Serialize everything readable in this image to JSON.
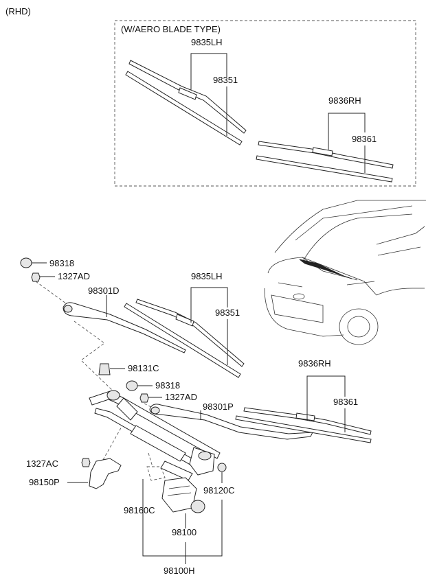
{
  "header": {
    "variant": "(RHD)"
  },
  "aero_box": {
    "title": "(W/AERO BLADE TYPE)",
    "labels": {
      "blade_lh_assy": "9835LH",
      "refill_lh": "98351",
      "blade_rh_assy": "9836RH",
      "refill_rh": "98361"
    }
  },
  "main": {
    "labels": {
      "cap_top": "98318",
      "nut_top": "1327AD",
      "arm_lh": "98301D",
      "blade_lh_assy": "9835LH",
      "refill_lh": "98351",
      "pivot_cap": "98131C",
      "cap_mid": "98318",
      "nut_mid": "1327AD",
      "blade_rh_assy": "9836RH",
      "arm_rh": "98301P",
      "refill_rh": "98361",
      "nut_bracket": "1327AC",
      "bracket": "98150P",
      "grommet": "98120C",
      "crank": "98160C",
      "motor": "98100",
      "linkage_assy": "98100H"
    }
  }
}
